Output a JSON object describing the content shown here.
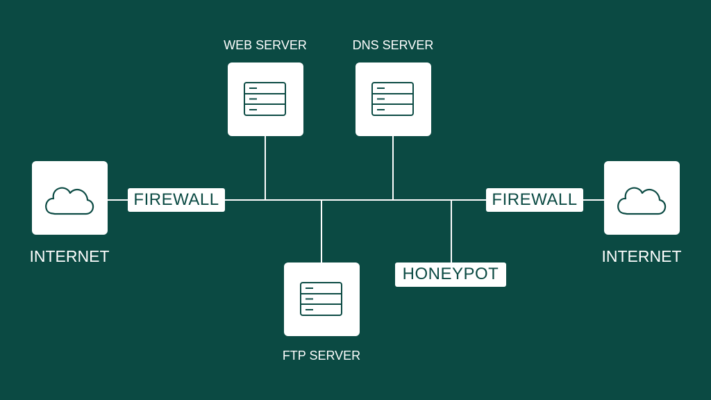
{
  "colors": {
    "background": "#0b4a43",
    "node_fill": "#ffffff",
    "line": "#ffffff",
    "icon_stroke": "#0b4a43"
  },
  "nodes": {
    "internet_left": {
      "label": "INTERNET",
      "icon": "cloud-icon"
    },
    "internet_right": {
      "label": "INTERNET",
      "icon": "cloud-icon"
    },
    "web_server": {
      "label": "WEB SERVER",
      "icon": "server-icon"
    },
    "dns_server": {
      "label": "DNS SERVER",
      "icon": "server-icon"
    },
    "ftp_server": {
      "label": "FTP SERVER",
      "icon": "server-icon"
    }
  },
  "tags": {
    "firewall_left": "FIREWALL",
    "firewall_right": "FIREWALL",
    "honeypot": "HONEYPOT"
  }
}
